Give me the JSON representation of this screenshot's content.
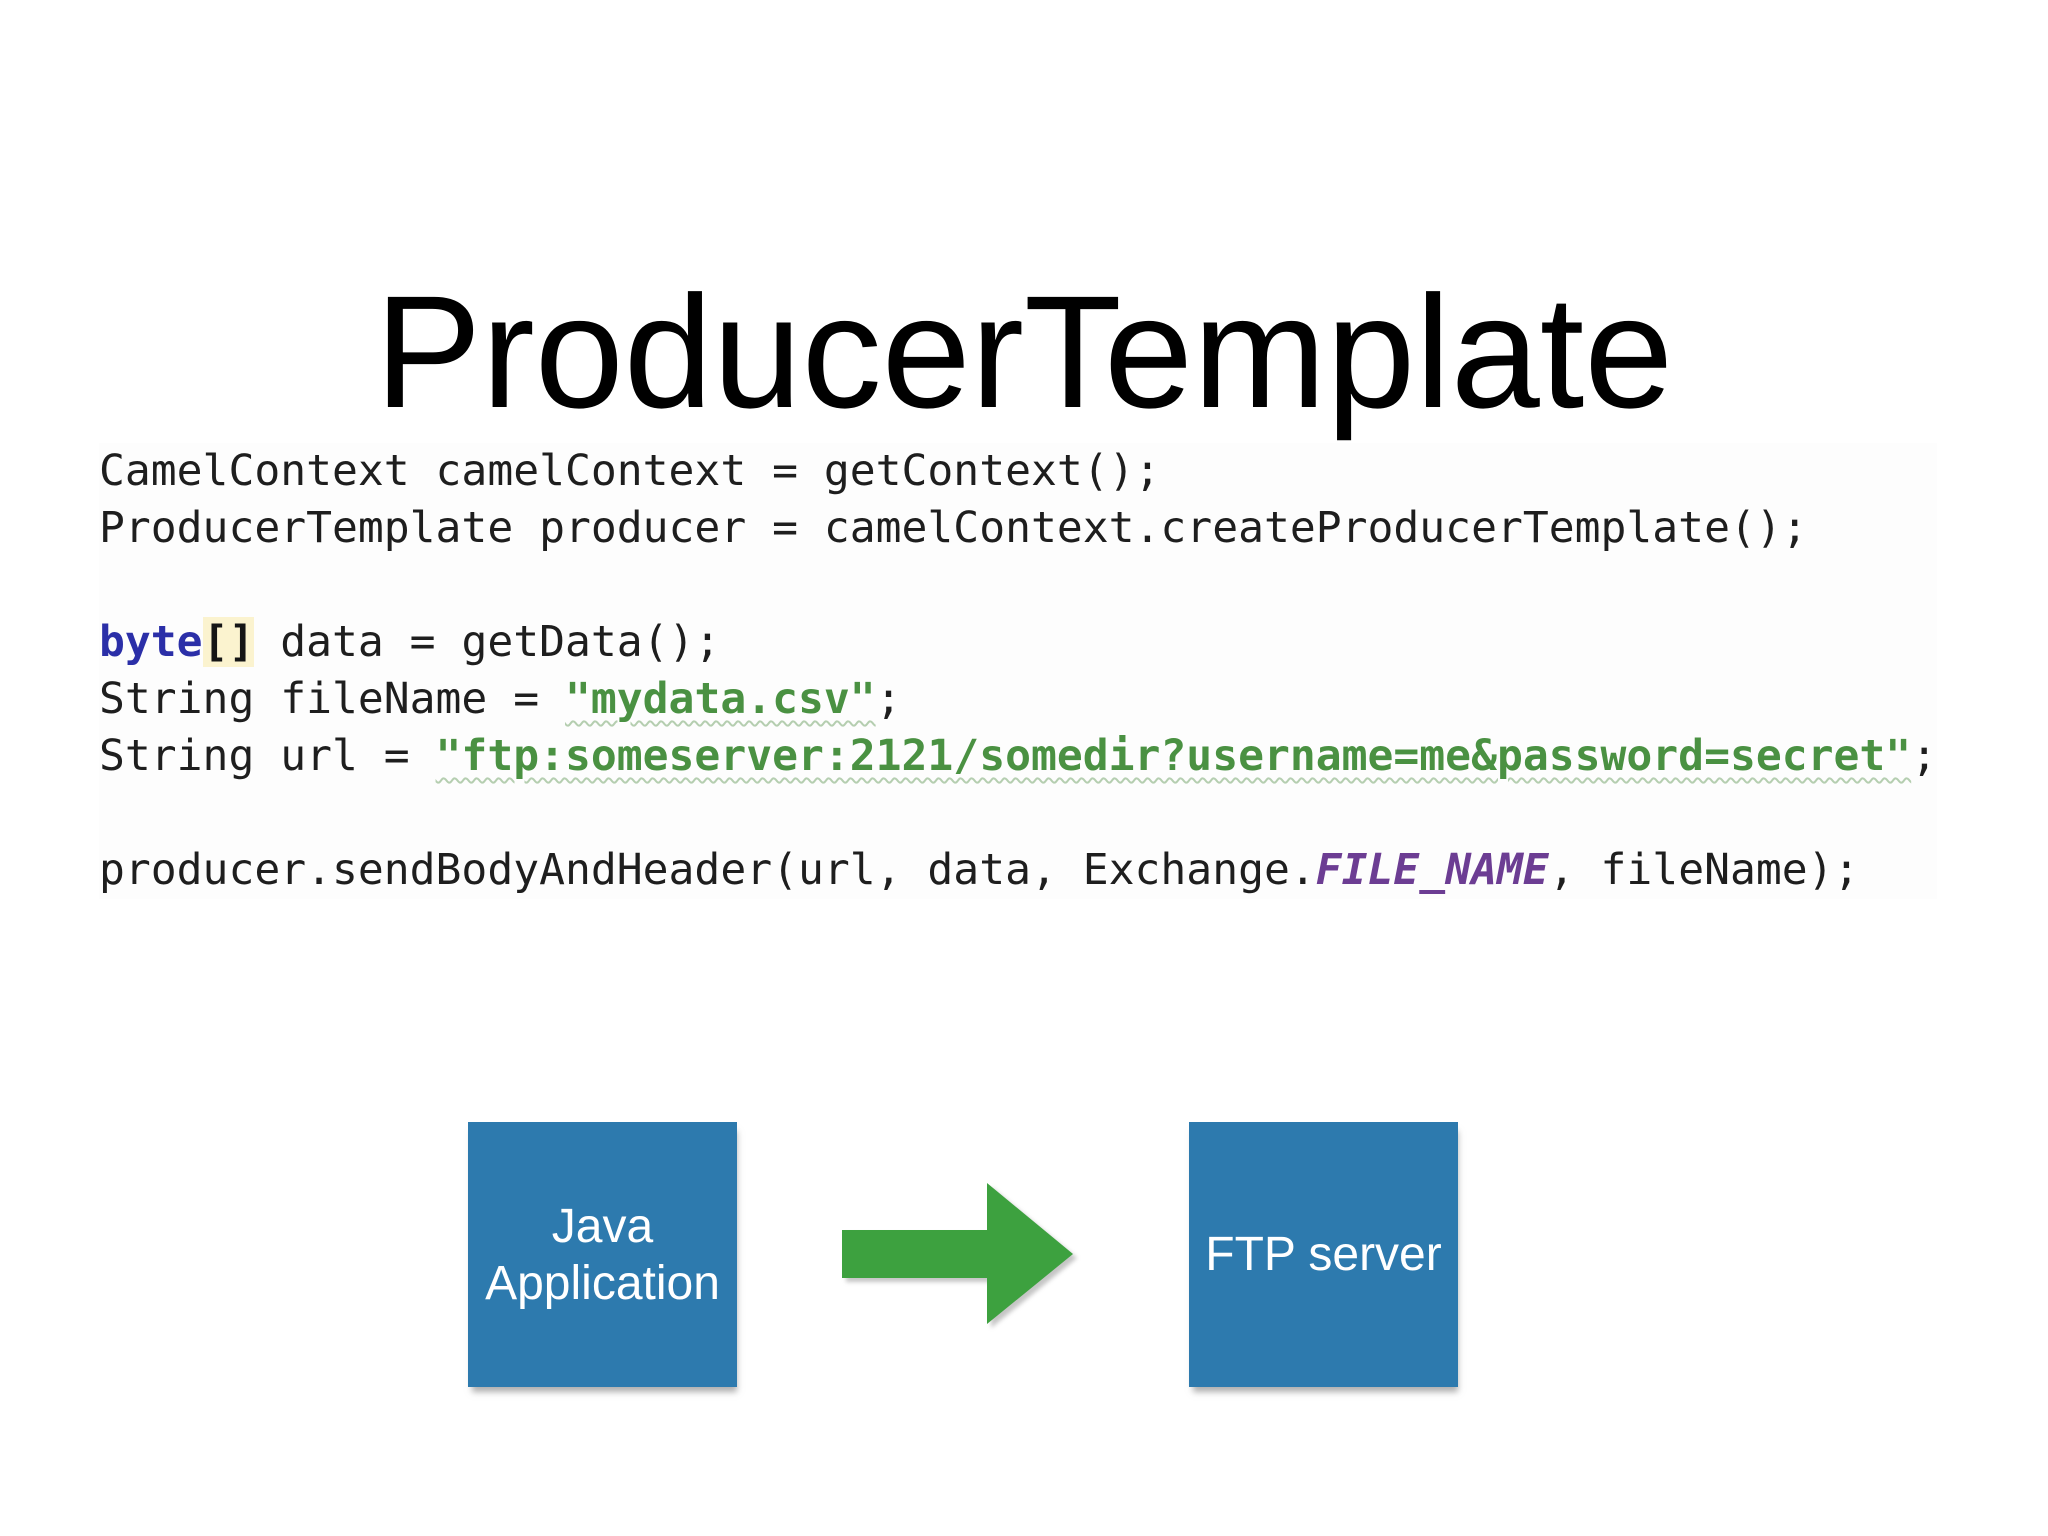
{
  "slide_title": "ProducerTemplate",
  "code": {
    "lines": [
      [
        {
          "text": "CamelContext camelContext = getContext();",
          "style": "plain"
        }
      ],
      [
        {
          "text": "ProducerTemplate producer = camelContext.createProducerTemplate();",
          "style": "plain"
        }
      ],
      [],
      [
        {
          "text": "byte",
          "style": "keyword"
        },
        {
          "text": "[]",
          "style": "bracket"
        },
        {
          "text": " data = getData();",
          "style": "plain"
        }
      ],
      [
        {
          "text": "String fileName = ",
          "style": "plain"
        },
        {
          "text": "\"mydata.csv\"",
          "style": "string"
        },
        {
          "text": ";",
          "style": "plain"
        }
      ],
      [
        {
          "text": "String url = ",
          "style": "plain"
        },
        {
          "text": "\"ftp:someserver:2121/somedir?username=me&password=secret\"",
          "style": "string"
        },
        {
          "text": ";",
          "style": "plain"
        }
      ],
      [],
      [
        {
          "text": "producer.sendBodyAndHeader(url, data, Exchange.",
          "style": "plain"
        },
        {
          "text": "FILE_NAME",
          "style": "field"
        },
        {
          "text": ", fileName);",
          "style": "plain"
        }
      ]
    ]
  },
  "diagram": {
    "source_label": "Java\nApplication",
    "target_label": "FTP server",
    "arrow_direction": "right"
  },
  "colors": {
    "box_blue": "#2d7aae",
    "arrow_green": "#3da13f",
    "keyword_blue": "#2b2fa8",
    "string_green": "#4a9142",
    "constant_purple": "#6c3d93",
    "title_black": "#000000"
  }
}
